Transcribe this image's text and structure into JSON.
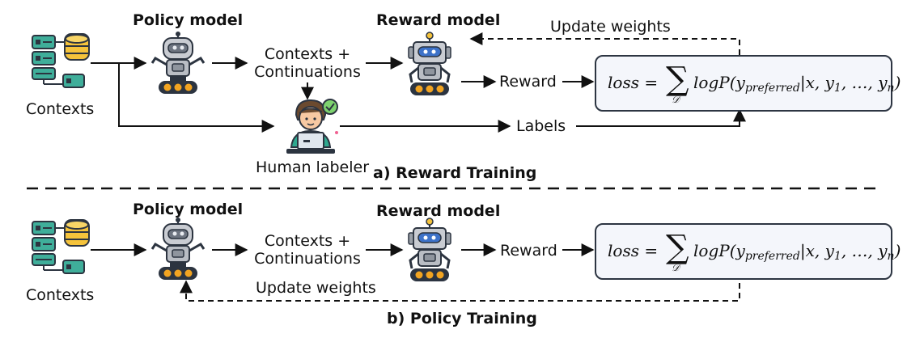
{
  "top": {
    "contexts_label": "Contexts",
    "policy_model_label": "Policy model",
    "reward_model_label": "Reward model",
    "contexts_continuations": [
      "Contexts +",
      "Continuations"
    ],
    "reward_label": "Reward",
    "update_weights_label": "Update weights",
    "labels_label": "Labels",
    "human_labeler_label": "Human labeler",
    "caption": "a) Reward Training"
  },
  "bottom": {
    "contexts_label": "Contexts",
    "policy_model_label": "Policy model",
    "reward_model_label": "Reward model",
    "contexts_continuations": [
      "Contexts +",
      "Continuations"
    ],
    "reward_label": "Reward",
    "update_weights_label": "Update weights",
    "caption": "b) Policy Training"
  },
  "loss": {
    "lhs": "loss =",
    "sigma": "∑",
    "sum_over": "𝒟",
    "log_p": "logP(y",
    "preferred": "preferred",
    "rest": "|x, y",
    "one": "1",
    "dots": ", …, y",
    "n": "n",
    "close": ")"
  },
  "colors": {
    "server_teal": "#3fae9a",
    "server_dark": "#2c3440",
    "database_yellow": "#f5c33b",
    "robot_grey": "#c9ccd2",
    "robot_eye_blue": "#3d72c9",
    "robot_wheel_orange": "#f2a421",
    "labeler_shirt": "#2fa88f",
    "check_green": "#7ed36f",
    "loss_box_bg": "#f4f6fb"
  },
  "icons": [
    "server-database-icon",
    "robot-icon",
    "human-labeler-icon",
    "check-badge-icon"
  ]
}
